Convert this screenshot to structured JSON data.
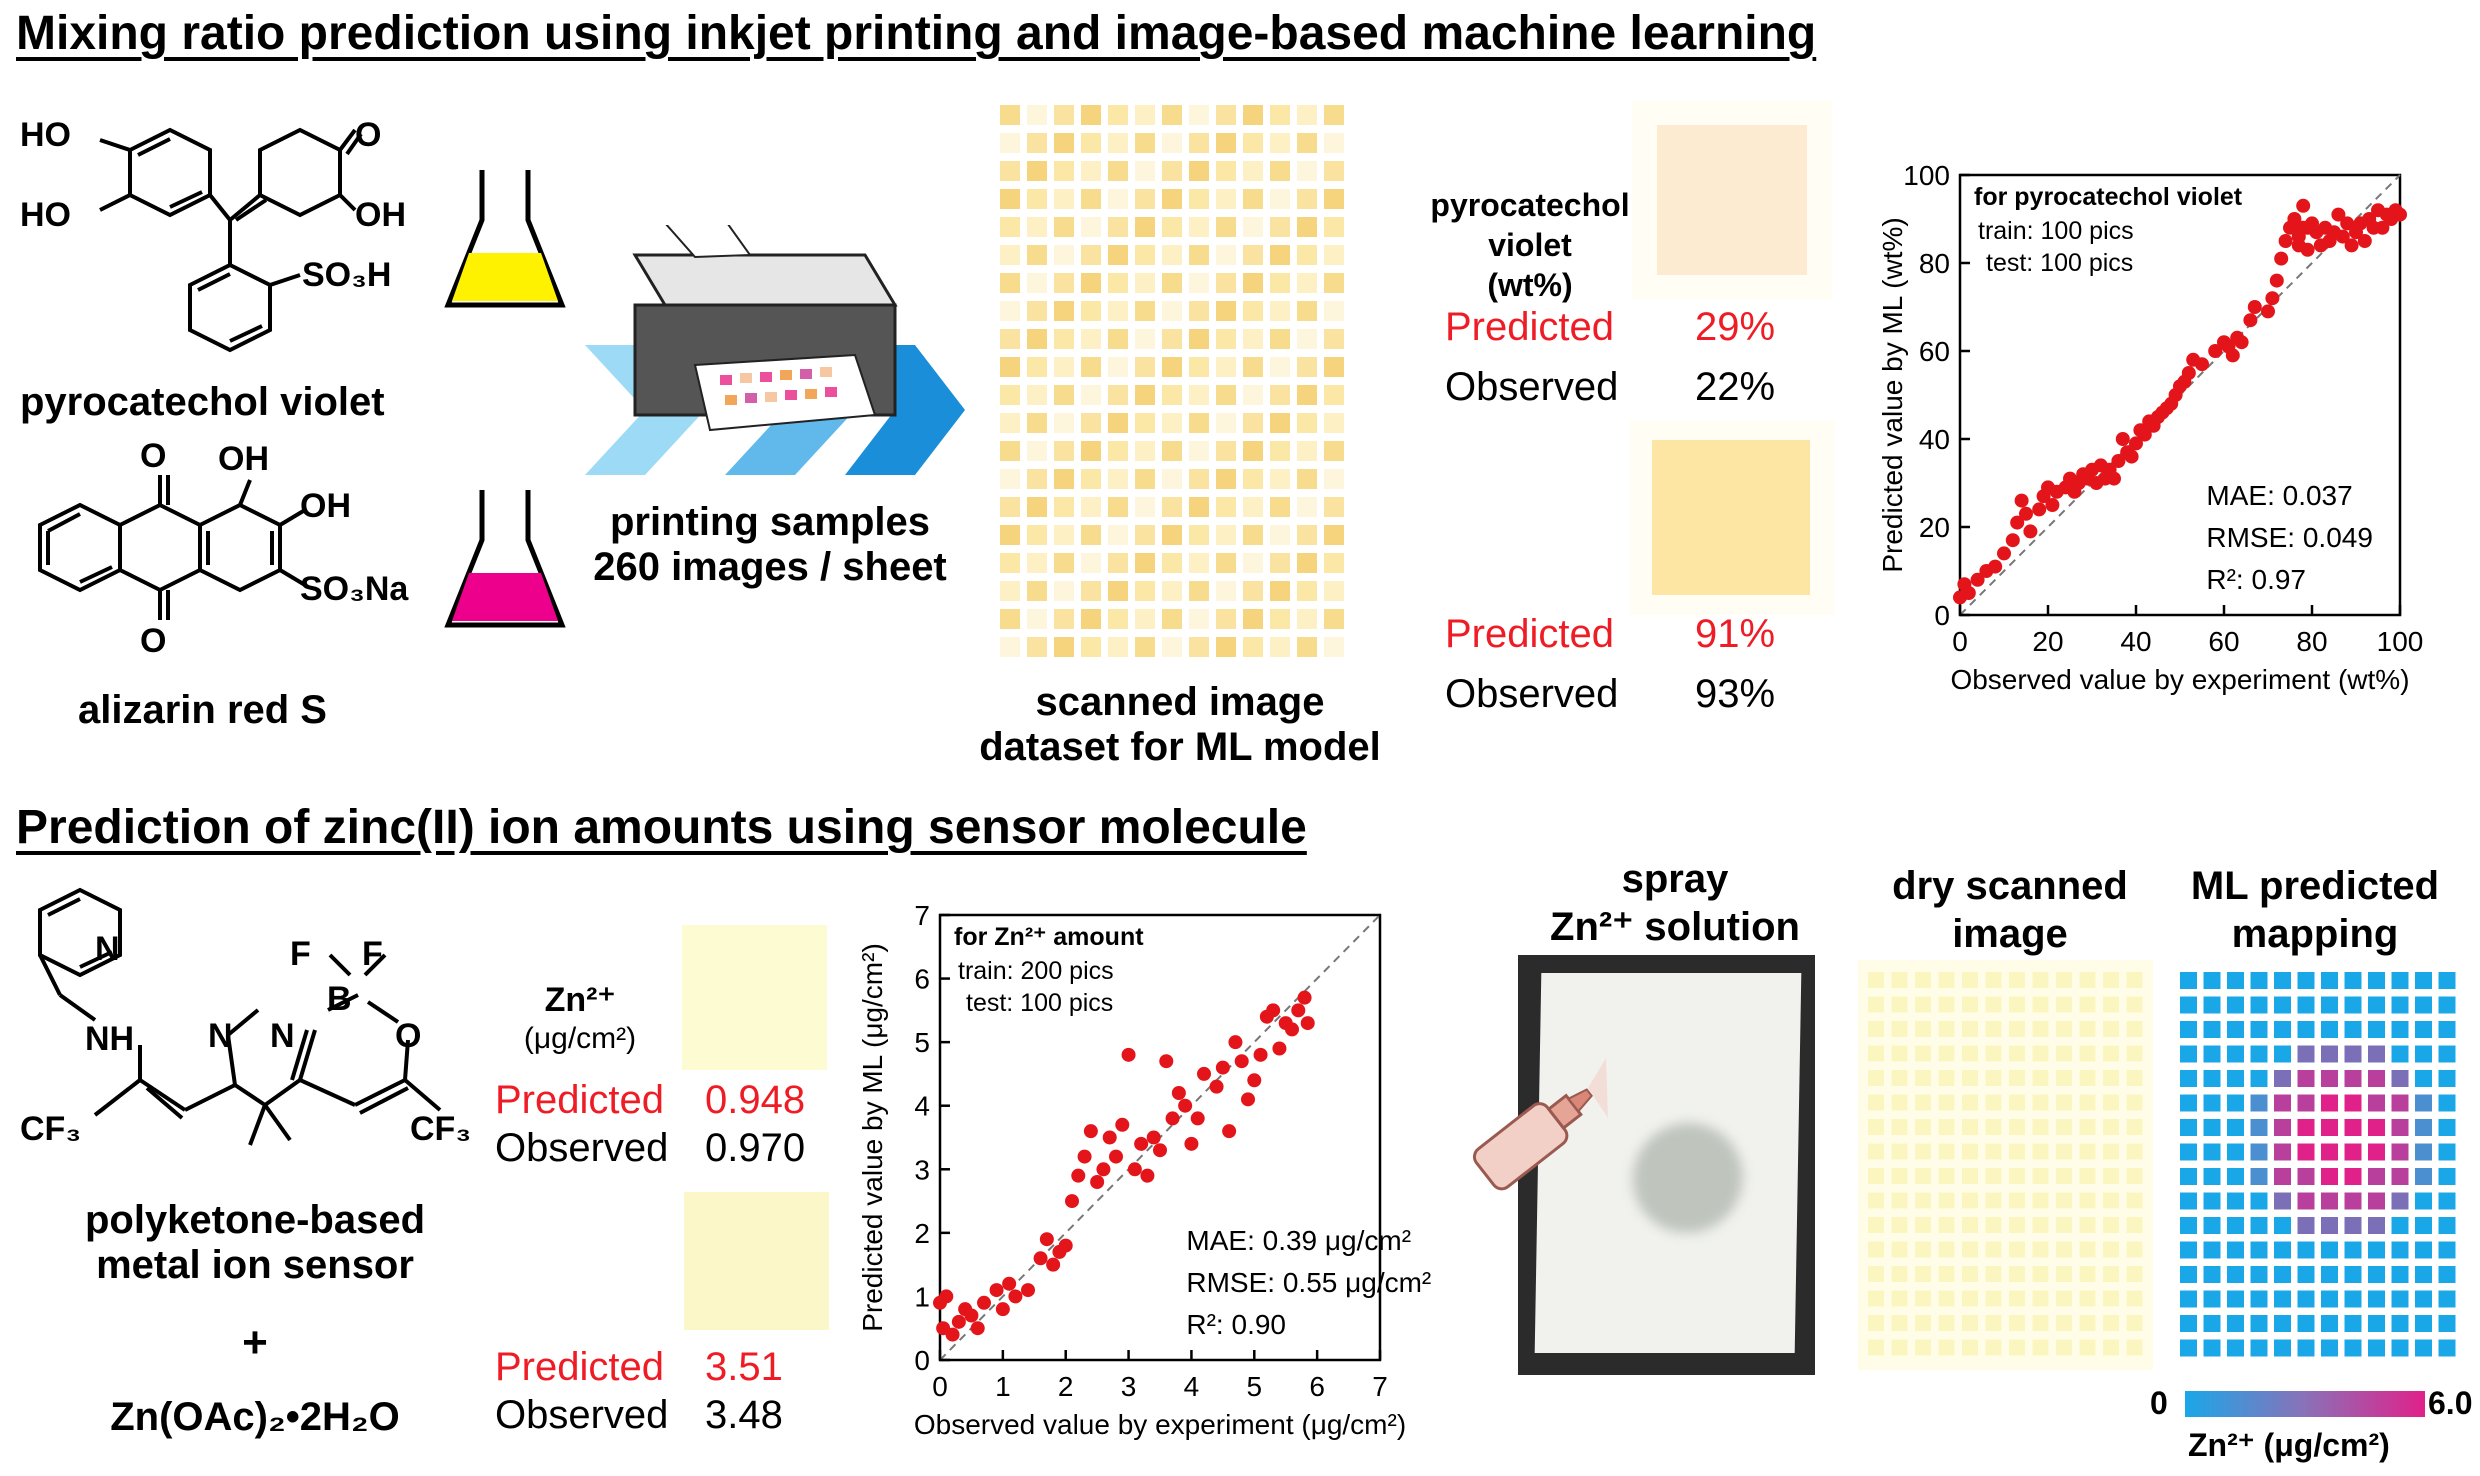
{
  "top": {
    "title": "Mixing ratio prediction using inkjet printing and image-based machine learning",
    "pcv_name": "pyrocatechol violet",
    "ars_name": "alizarin red S",
    "chem": {
      "ho1": "HO",
      "ho2": "HO",
      "o_top": "O",
      "oh_right": "OH",
      "so3h": "SO₃H",
      "ars_o1": "O",
      "ars_o2": "O",
      "ars_oh1": "OH",
      "ars_oh2": "OH",
      "ars_so3na": "SO₃Na"
    },
    "printing_line1": "printing samples",
    "printing_line2": "260 images / sheet",
    "scanned_line1": "scanned image",
    "scanned_line2": "dataset for ML model",
    "samples_header": [
      "pyrocatechol",
      "violet",
      "(wt%)"
    ],
    "sample1": {
      "pred_label": "Predicted",
      "pred_value": "29%",
      "obs_label": "Observed",
      "obs_value": "22%"
    },
    "sample2": {
      "pred_label": "Predicted",
      "pred_value": "91%",
      "obs_label": "Observed",
      "obs_value": "93%"
    }
  },
  "bottom": {
    "title": "Prediction of zinc(II) ion amounts using sensor molecule",
    "sensor_line1": "polyketone-based",
    "sensor_line2": "metal ion sensor",
    "plus": "+",
    "zinc_salt": "Zn(OAc)₂•2H₂O",
    "chem": {
      "n_pyr": "N",
      "nh": "NH",
      "cf3_left": "CF₃",
      "cf3_right": "CF₃",
      "n1": "N",
      "n2": "N",
      "b": "B",
      "f1": "F",
      "f2": "F",
      "o": "O"
    },
    "samples_header_ion": "Zn²⁺",
    "samples_header_unit": "(μg/cm²)",
    "sample1": {
      "pred_label": "Predicted",
      "pred_value": "0.948",
      "obs_label": "Observed",
      "obs_value": "0.970"
    },
    "sample2": {
      "pred_label": "Predicted",
      "pred_value": "3.51",
      "obs_label": "Observed",
      "obs_value": "3.48"
    },
    "spray_line1": "spray",
    "spray_line2": "Zn²⁺ solution",
    "dry_line1": "dry scanned",
    "dry_line2": "image",
    "ml_line1": "ML predicted",
    "ml_line2": "mapping",
    "colorbar_min": "0",
    "colorbar_max": "6.0",
    "colorbar_label": "Zn²⁺ (μg/cm²)"
  },
  "colors": {
    "red": "#ee1c25",
    "yellow_flask": "#fff200",
    "magenta_flask": "#ec008c",
    "map_blue": "#1aa7e8",
    "map_magenta": "#e0218a",
    "pad_yellow": "#fbe7a6"
  },
  "icons": {
    "flask": "flask-icon",
    "printer": "printer-icon",
    "spray": "spray-bottle-icon"
  },
  "chart_data": [
    {
      "type": "scatter",
      "title": "for pyrocatechol violet",
      "annotations": [
        "train: 100 pics",
        "test: 100 pics",
        "MAE: 0.037",
        "RMSE: 0.049",
        "R²: 0.97"
      ],
      "xlabel": "Observed value by experiment (wt%)",
      "ylabel": "Predicted value by ML (wt%)",
      "xlim": [
        0,
        100
      ],
      "ylim": [
        0,
        100
      ],
      "xticks": [
        0,
        20,
        40,
        60,
        80,
        100
      ],
      "yticks": [
        0,
        20,
        40,
        60,
        80,
        100
      ],
      "xtick_labels": [
        "0",
        "20",
        "40",
        "60",
        "80",
        "100"
      ],
      "ytick_labels": [
        "0",
        "20",
        "40",
        "60",
        "80",
        "100"
      ],
      "reference_line": "y = x",
      "points": [
        [
          0,
          4
        ],
        [
          1,
          7
        ],
        [
          2,
          5
        ],
        [
          4,
          8
        ],
        [
          6,
          10
        ],
        [
          8,
          11
        ],
        [
          10,
          14
        ],
        [
          12,
          17
        ],
        [
          13,
          21
        ],
        [
          14,
          26
        ],
        [
          15,
          23
        ],
        [
          16,
          19
        ],
        [
          18,
          24
        ],
        [
          19,
          27
        ],
        [
          20,
          29
        ],
        [
          21,
          25
        ],
        [
          22,
          28
        ],
        [
          24,
          29
        ],
        [
          25,
          31
        ],
        [
          26,
          28
        ],
        [
          27,
          30
        ],
        [
          28,
          32
        ],
        [
          29,
          31
        ],
        [
          30,
          33
        ],
        [
          31,
          30
        ],
        [
          32,
          34
        ],
        [
          33,
          31
        ],
        [
          34,
          33
        ],
        [
          35,
          31
        ],
        [
          36,
          35
        ],
        [
          37,
          40
        ],
        [
          38,
          37
        ],
        [
          39,
          36
        ],
        [
          40,
          39
        ],
        [
          41,
          42
        ],
        [
          42,
          41
        ],
        [
          43,
          44
        ],
        [
          44,
          43
        ],
        [
          45,
          45
        ],
        [
          46,
          46
        ],
        [
          47,
          47
        ],
        [
          48,
          48
        ],
        [
          49,
          50
        ],
        [
          50,
          52
        ],
        [
          51,
          53
        ],
        [
          52,
          55
        ],
        [
          53,
          58
        ],
        [
          55,
          57
        ],
        [
          58,
          60
        ],
        [
          60,
          62
        ],
        [
          61,
          61
        ],
        [
          62,
          59
        ],
        [
          63,
          63
        ],
        [
          64,
          62
        ],
        [
          66,
          67
        ],
        [
          67,
          70
        ],
        [
          70,
          69
        ],
        [
          71,
          72
        ],
        [
          72,
          76
        ],
        [
          73,
          81
        ],
        [
          74,
          85
        ],
        [
          75,
          88
        ],
        [
          76,
          90
        ],
        [
          77,
          86
        ],
        [
          78,
          93
        ],
        [
          79,
          88
        ],
        [
          80,
          89
        ],
        [
          81,
          87
        ],
        [
          82,
          84
        ],
        [
          83,
          88
        ],
        [
          84,
          85
        ],
        [
          85,
          87
        ],
        [
          86,
          91
        ],
        [
          87,
          86
        ],
        [
          88,
          89
        ],
        [
          89,
          84
        ],
        [
          90,
          87
        ],
        [
          91,
          89
        ],
        [
          92,
          85
        ],
        [
          93,
          90
        ],
        [
          94,
          88
        ],
        [
          95,
          92
        ],
        [
          96,
          88
        ],
        [
          97,
          91
        ],
        [
          98,
          90
        ],
        [
          99,
          92
        ],
        [
          100,
          91
        ],
        [
          77,
          84
        ],
        [
          79,
          83
        ],
        [
          78,
          88
        ]
      ]
    },
    {
      "type": "scatter",
      "title": "for Zn²⁺ amount",
      "annotations": [
        "train: 200 pics",
        "test: 100 pics",
        "MAE: 0.39 μg/cm²",
        "RMSE: 0.55 μg/cm²",
        "R²: 0.90"
      ],
      "xlabel": "Observed value by experiment (μg/cm²)",
      "ylabel": "Predicted value by ML (μg/cm²)",
      "xlim": [
        0,
        7
      ],
      "ylim": [
        0,
        7
      ],
      "xticks": [
        0,
        1,
        2,
        3,
        4,
        5,
        6,
        7
      ],
      "yticks": [
        0,
        1,
        2,
        3,
        4,
        5,
        6,
        7
      ],
      "xtick_labels": [
        "0",
        "1",
        "2",
        "3",
        "4",
        "5",
        "6",
        "7"
      ],
      "ytick_labels": [
        "0",
        "1",
        "2",
        "3",
        "4",
        "5",
        "6",
        "7"
      ],
      "reference_line": "y = x",
      "points": [
        [
          0,
          0.9
        ],
        [
          0.05,
          0.5
        ],
        [
          0.1,
          1.0
        ],
        [
          0.2,
          0.4
        ],
        [
          0.3,
          0.6
        ],
        [
          0.4,
          0.8
        ],
        [
          0.5,
          0.7
        ],
        [
          0.6,
          0.5
        ],
        [
          0.7,
          0.9
        ],
        [
          0.9,
          1.1
        ],
        [
          1.0,
          0.8
        ],
        [
          1.1,
          1.2
        ],
        [
          1.2,
          1.0
        ],
        [
          1.4,
          1.1
        ],
        [
          1.6,
          1.6
        ],
        [
          1.7,
          1.9
        ],
        [
          1.8,
          1.5
        ],
        [
          1.9,
          1.7
        ],
        [
          2.0,
          1.8
        ],
        [
          2.1,
          2.5
        ],
        [
          2.2,
          2.9
        ],
        [
          2.3,
          3.2
        ],
        [
          2.4,
          3.6
        ],
        [
          2.5,
          2.8
        ],
        [
          2.6,
          3.0
        ],
        [
          2.7,
          3.5
        ],
        [
          2.8,
          3.2
        ],
        [
          2.9,
          3.7
        ],
        [
          3.0,
          4.8
        ],
        [
          3.1,
          3.0
        ],
        [
          3.2,
          3.4
        ],
        [
          3.3,
          2.9
        ],
        [
          3.4,
          3.5
        ],
        [
          3.5,
          3.3
        ],
        [
          3.6,
          4.7
        ],
        [
          3.7,
          3.8
        ],
        [
          3.8,
          4.2
        ],
        [
          3.9,
          4.0
        ],
        [
          4.0,
          3.4
        ],
        [
          4.1,
          3.8
        ],
        [
          4.2,
          4.5
        ],
        [
          4.4,
          4.3
        ],
        [
          4.5,
          4.6
        ],
        [
          4.6,
          3.6
        ],
        [
          4.7,
          5.0
        ],
        [
          4.8,
          4.7
        ],
        [
          4.9,
          4.1
        ],
        [
          5.0,
          4.4
        ],
        [
          5.1,
          4.8
        ],
        [
          5.2,
          5.4
        ],
        [
          5.3,
          5.5
        ],
        [
          5.4,
          4.9
        ],
        [
          5.5,
          5.3
        ],
        [
          5.6,
          5.2
        ],
        [
          5.7,
          5.5
        ],
        [
          5.8,
          5.7
        ],
        [
          5.85,
          5.3
        ]
      ]
    }
  ]
}
